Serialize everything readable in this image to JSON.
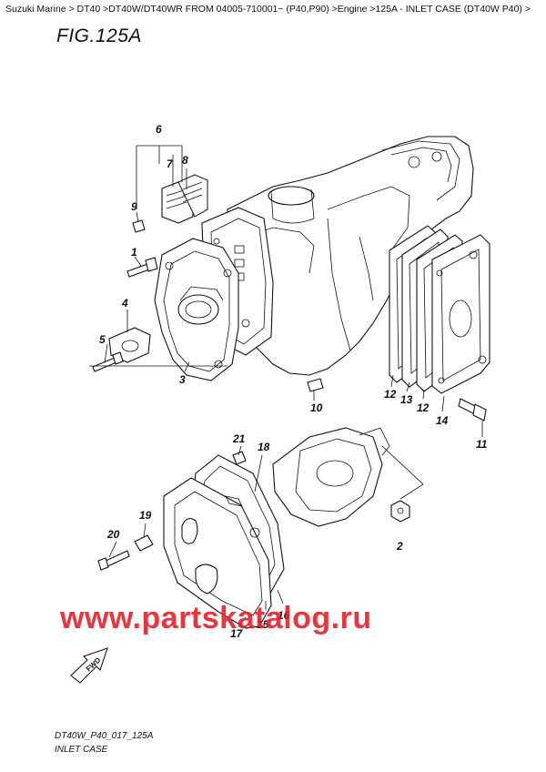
{
  "breadcrumb": "Suzuki Marine > DT40 >DT40W/DT40WR FROM 04005-710001~ (P40,P90) >Engine >125A - INLET CASE (DT40W P40) >",
  "figure_title": "FIG.125A",
  "watermark": "www.partskatalog.ru",
  "fwd_label": "FWD",
  "footer_code": "DT40W_P40_017_125A",
  "footer_title": "INLET CASE",
  "callouts": [
    {
      "id": "c1",
      "label": "1"
    },
    {
      "id": "c2",
      "label": "2"
    },
    {
      "id": "c3",
      "label": "3"
    },
    {
      "id": "c4",
      "label": "4"
    },
    {
      "id": "c5",
      "label": "5"
    },
    {
      "id": "c6",
      "label": "6"
    },
    {
      "id": "c7",
      "label": "7"
    },
    {
      "id": "c8",
      "label": "8"
    },
    {
      "id": "c9",
      "label": "9"
    },
    {
      "id": "c10",
      "label": "10"
    },
    {
      "id": "c11",
      "label": "11"
    },
    {
      "id": "c12a",
      "label": "12"
    },
    {
      "id": "c12b",
      "label": "12"
    },
    {
      "id": "c13",
      "label": "13"
    },
    {
      "id": "c14",
      "label": "14"
    },
    {
      "id": "c15",
      "label": "15"
    },
    {
      "id": "c16",
      "label": "16"
    },
    {
      "id": "c17",
      "label": "17"
    },
    {
      "id": "c18",
      "label": "18"
    },
    {
      "id": "c19",
      "label": "19"
    },
    {
      "id": "c20",
      "label": "20"
    },
    {
      "id": "c21",
      "label": "21"
    }
  ]
}
